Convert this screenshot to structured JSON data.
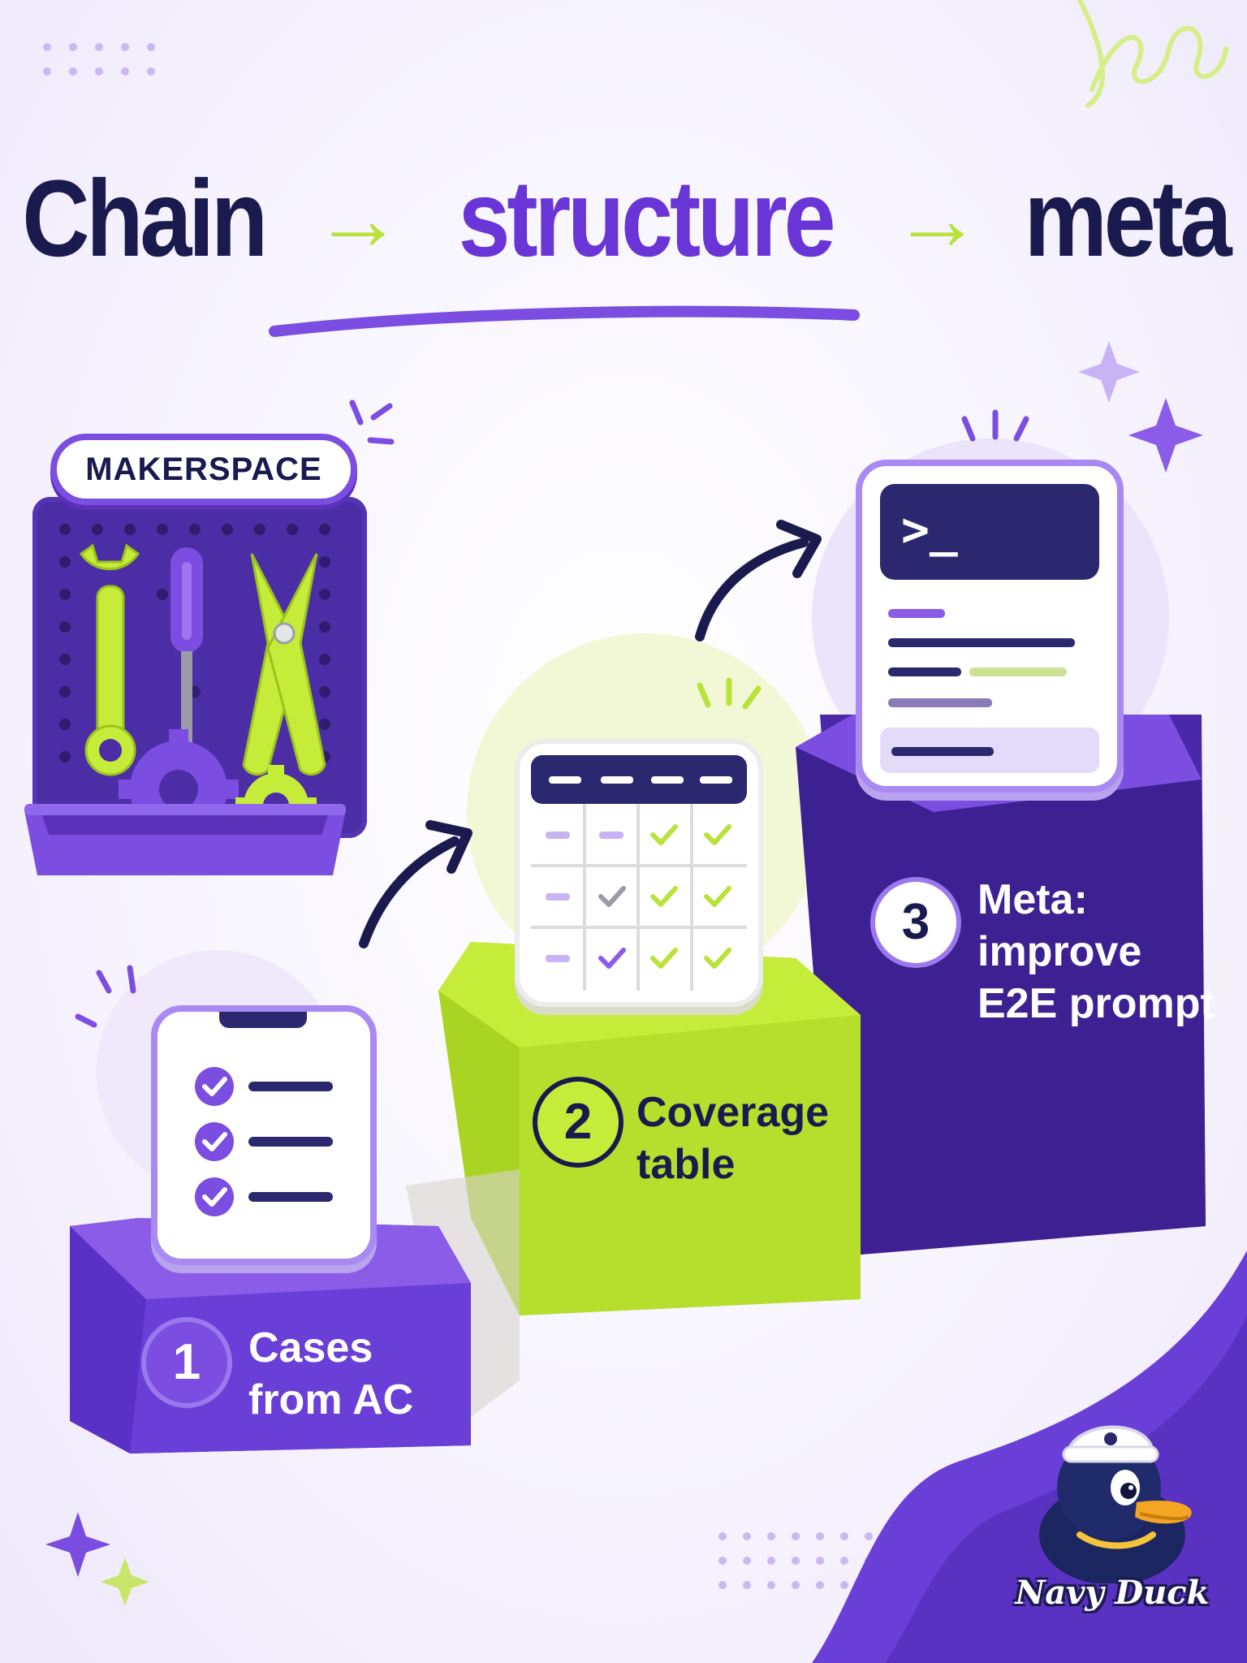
{
  "title": {
    "word_1": "Chain",
    "word_2": "structure",
    "word_3": "meta",
    "arrow": "→",
    "colors": {
      "dark": "#1b1a4f",
      "purple": "#6a35d6",
      "lime": "#b9e23a"
    }
  },
  "makerspace": {
    "sign_label": "MAKERSPACE"
  },
  "steps": [
    {
      "number": "1",
      "line1": "Cases",
      "line2": "from AC",
      "icon": "clipboard-checklist-icon"
    },
    {
      "number": "2",
      "line1": "Coverage",
      "line2": "table",
      "icon": "coverage-table-icon"
    },
    {
      "number": "3",
      "line1": "Meta:",
      "line2": "improve",
      "line3": "E2E prompt",
      "icon": "terminal-prompt-icon"
    }
  ],
  "terminal": {
    "prompt": ">_"
  },
  "brand": {
    "name": "Navy Duck",
    "icon": "navy-duck-mascot-icon"
  }
}
